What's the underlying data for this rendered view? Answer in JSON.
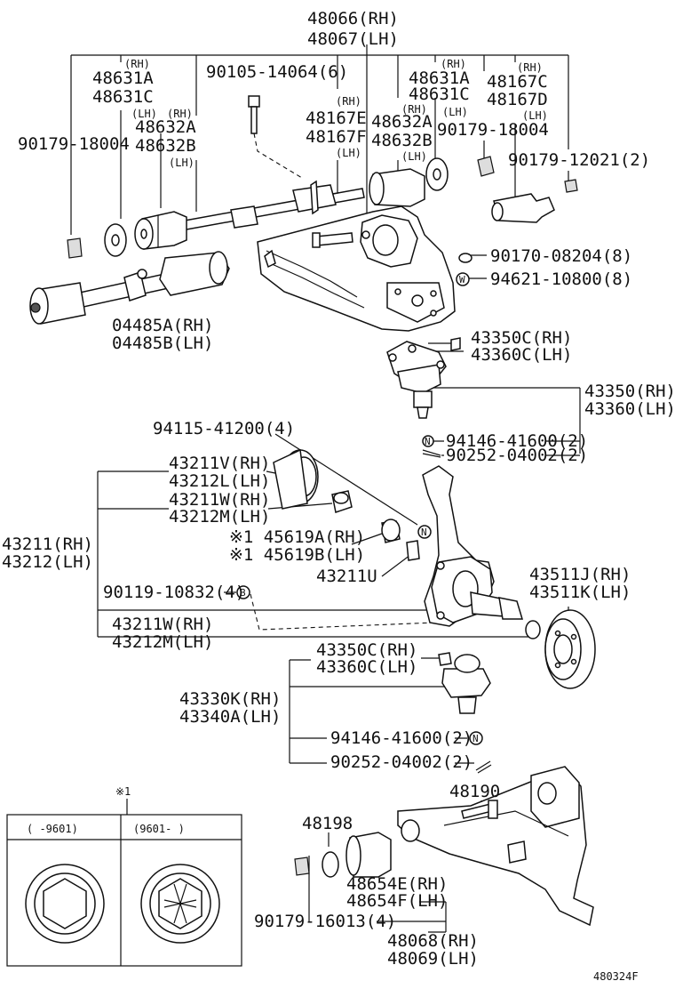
{
  "parts": {
    "upper_arm_rh": "48066(RH)",
    "upper_arm_lh": "48067(LH)",
    "bush_48631a": "48631A",
    "bush_48631c": "48631C",
    "bush_48631a_r": "48631A",
    "bush_48631c_r": "48631C",
    "bolt_90105": "90105-14064(6)",
    "bush_48632a": "48632A",
    "bush_48632b": "48632B",
    "bush_48632a_r": "48632A",
    "bush_48632b_r": "48632B",
    "nut_90179_18004_left": "90179-18004",
    "nut_90179_18004_right": "90179-18004",
    "cam_48167e": "48167E",
    "cam_48167f": "48167F",
    "cam_48167c": "48167C",
    "cam_48167d": "48167D",
    "nut_90179_12021": "90179-12021(2)",
    "nut_90170": "90170-08204(8)",
    "washer_94621": "94621-10800(8)",
    "shaft_04485a": "04485A(RH)",
    "shaft_04485b": "04485B(LH)",
    "balljoint_43350c_up": "43350C(RH)",
    "balljoint_43360c_up": "43360C(LH)",
    "balljoint_43350": "43350(RH)",
    "balljoint_43360": "43360(LH)",
    "nut_94115": "94115-41200(4)",
    "nut_94146_up": "94146-41600(2)",
    "pin_90252_up": "90252-04002(2)",
    "seal_43211v": "43211V(RH)",
    "seal_43212l": "43212L(LH)",
    "bearing_43211w_a": "43211W(RH)",
    "bearing_43212m_a": "43212M(LH)",
    "knuckle_43211": "43211(RH)",
    "knuckle_43212": "43212(LH)",
    "stopper_45619a": "※1 45619A(RH)",
    "stopper_45619b": "※1 45619B(LH)",
    "stud_43211u": "43211U",
    "hub_43511j": "43511J(RH)",
    "hub_43511k": "43511K(LH)",
    "bolt_90119": "90119-10832(4)",
    "bearing_43211w_b": "43211W(RH)",
    "bearing_43212m_b": "43212M(LH)",
    "balljoint_43350c_low": "43350C(RH)",
    "balljoint_43360c_low": "43360C(LH)",
    "balljoint_43330k": "43330K(RH)",
    "balljoint_43340a": "43340A(LH)",
    "nut_94146_low": "94146-41600(2)",
    "pin_90252_low": "90252-04002(2)",
    "bolt_48190": "48190",
    "cam_48198": "48198",
    "bush_48654e": "48654E(RH)",
    "bush_48654f": "48654F(LH)",
    "nut_90179_16013": "90179-16013(4)",
    "lower_arm_rh": "48068(RH)",
    "lower_arm_lh": "48069(LH)"
  },
  "side_tags": {
    "rh": "(RH)",
    "lh": "(LH)"
  },
  "markers": {
    "n": "N",
    "w": "W",
    "b": "B"
  },
  "inset": {
    "note": "※1",
    "col_left": "(    -9601)",
    "col_right": "(9601-     )"
  },
  "figure_code": "480324F"
}
